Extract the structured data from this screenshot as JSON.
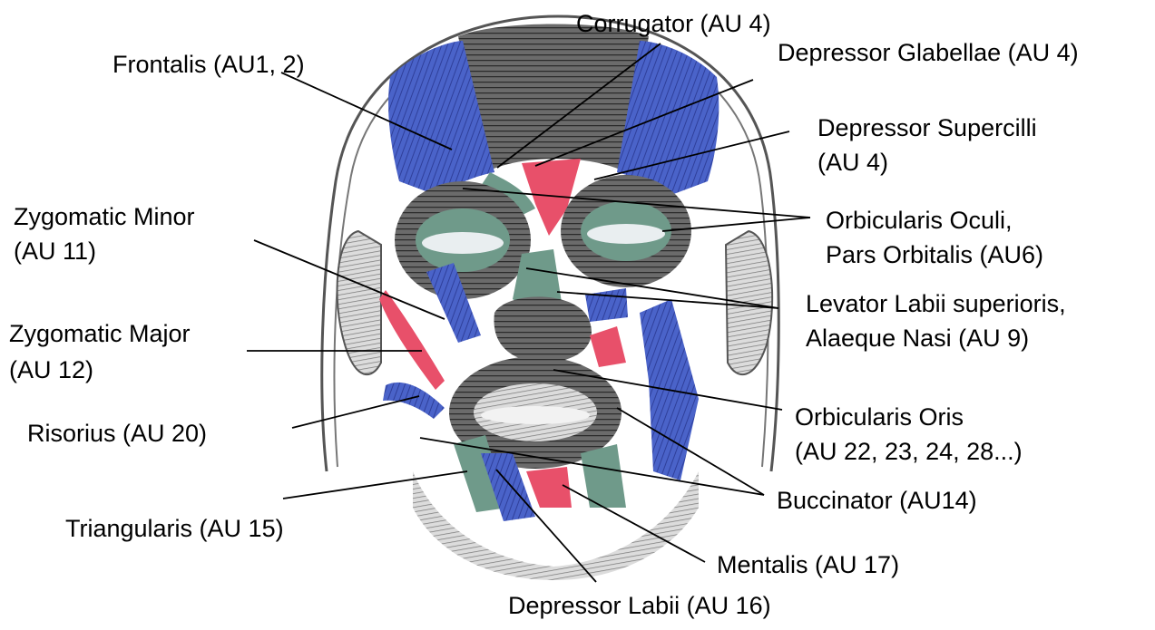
{
  "colors": {
    "muscle_blue": "#4a63c9",
    "muscle_red": "#e8506a",
    "muscle_teal": "#6f9a8a",
    "muscle_dark": "#3a3a3a",
    "leader_line": "#000000"
  },
  "labels": {
    "corrugator": "Corrugator (AU 4)",
    "frontalis": "Frontalis (AU1, 2)",
    "depressor_glabellae": "Depressor Glabellae (AU 4)",
    "depressor_supercilli_1": "Depressor Supercilli",
    "depressor_supercilli_2": "(AU 4)",
    "zygomatic_minor_1": "Zygomatic Minor",
    "zygomatic_minor_2": "(AU 11)",
    "orbicularis_oculi_1": "Orbicularis Oculi,",
    "orbicularis_oculi_2": "Pars Orbitalis (AU6)",
    "levator_1": "Levator Labii superioris,",
    "levator_2": "Alaeque Nasi (AU 9)",
    "zygomatic_major_1": "Zygomatic Major",
    "zygomatic_major_2": "(AU 12)",
    "risorius": "Risorius (AU 20)",
    "orbicularis_oris_1": "Orbicularis Oris",
    "orbicularis_oris_2": "(AU 22, 23, 24, 28...)",
    "buccinator": "Buccinator (AU14)",
    "triangularis": "Triangularis (AU 15)",
    "mentalis": "Mentalis (AU 17)",
    "depressor_labii": "Depressor Labii (AU 16)"
  }
}
